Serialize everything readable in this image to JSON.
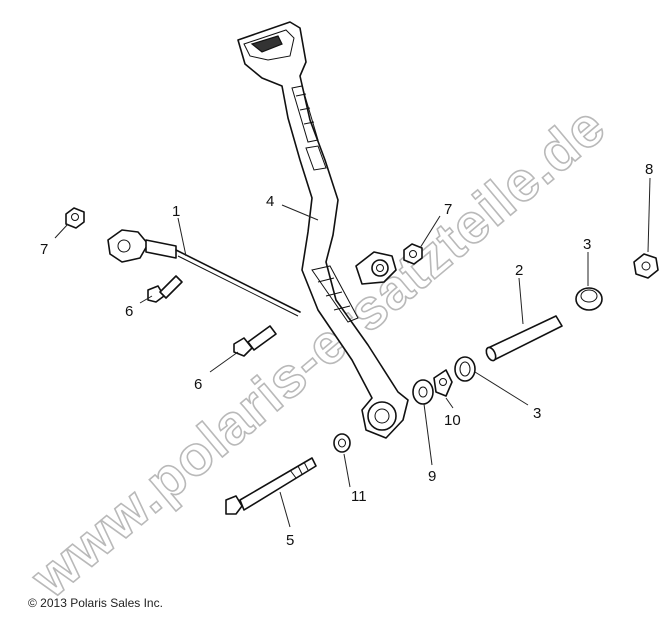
{
  "watermark": "www.polaris-ersatzteile.de",
  "copyright": "© 2013 Polaris Sales Inc.",
  "callouts": {
    "c1": "1",
    "c2": "2",
    "c3a": "3",
    "c3b": "3",
    "c4": "4",
    "c5": "5",
    "c6a": "6",
    "c6b": "6",
    "c7a": "7",
    "c7b": "7",
    "c8": "8",
    "c9": "9",
    "c10": "10",
    "c11": "11"
  }
}
